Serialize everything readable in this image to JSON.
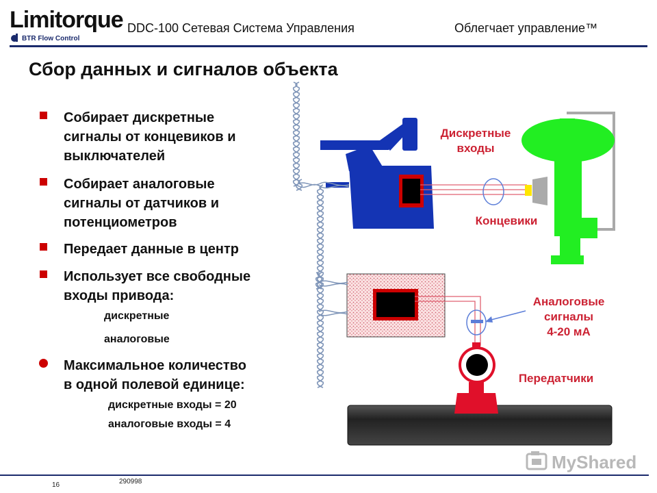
{
  "header": {
    "logo": "Limitorque",
    "logo_sub": "BTR Flow Control",
    "title": "DDC-100 Сетевая Система Управления",
    "tagline": "Облегчает управление™"
  },
  "page_title": "Сбор данных и сигналов объекта",
  "bullets": [
    {
      "lines": [
        "Собирает дискретные",
        "сигналы от концевиков и",
        "выключателей"
      ]
    },
    {
      "lines": [
        "Собирает аналоговые",
        "сигналы от датчиков  и",
        "потенциометров"
      ]
    },
    {
      "lines": [
        "Передает данные в центр"
      ]
    },
    {
      "lines": [
        "Использует все свободные",
        "входы привода:"
      ],
      "subitems": [
        "дискретные",
        "аналоговые"
      ]
    },
    {
      "lines": [
        "Максимальное количество",
        "в одной полевой единице:"
      ],
      "subitems": [
        "дискретные входы = 20",
        "аналоговые входы =   4"
      ]
    }
  ],
  "diagram": {
    "labels": {
      "discrete_inputs": [
        "Дискретные",
        "входы"
      ],
      "limit_switches": "Концевики",
      "analog_signals": [
        "Аналоговые",
        "сигналы",
        "4-20 мА"
      ],
      "transmitters": "Передатчики"
    },
    "colors": {
      "actuator": "#1434b4",
      "valve": "#22ee22",
      "label_red": "#cc2233",
      "transmitter": "#e0102a",
      "pipe": "#333333"
    }
  },
  "footer": {
    "page_number": "16",
    "code": "290998"
  },
  "watermark": "MyShared"
}
